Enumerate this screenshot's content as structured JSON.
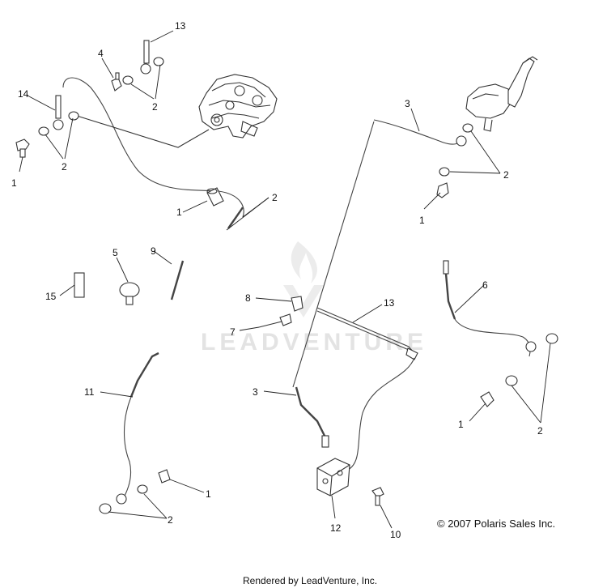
{
  "diagram": {
    "callouts": [
      {
        "id": "c13-top",
        "text": "13"
      },
      {
        "id": "c4",
        "text": "4"
      },
      {
        "id": "c2-a",
        "text": "2"
      },
      {
        "id": "c14",
        "text": "14"
      },
      {
        "id": "c2-b",
        "text": "2"
      },
      {
        "id": "c1-a",
        "text": "1"
      },
      {
        "id": "c1-b",
        "text": "1"
      },
      {
        "id": "c2-c",
        "text": "2"
      },
      {
        "id": "c3-top",
        "text": "3"
      },
      {
        "id": "c2-d",
        "text": "2"
      },
      {
        "id": "c1-c",
        "text": "1"
      },
      {
        "id": "c5",
        "text": "5"
      },
      {
        "id": "c9",
        "text": "9"
      },
      {
        "id": "c15",
        "text": "15"
      },
      {
        "id": "c8",
        "text": "8"
      },
      {
        "id": "c7",
        "text": "7"
      },
      {
        "id": "c13-mid",
        "text": "13"
      },
      {
        "id": "c6",
        "text": "6"
      },
      {
        "id": "c11",
        "text": "11"
      },
      {
        "id": "c3-mid",
        "text": "3"
      },
      {
        "id": "c1-d",
        "text": "1"
      },
      {
        "id": "c2-e",
        "text": "2"
      },
      {
        "id": "c1-e",
        "text": "1"
      },
      {
        "id": "c2-f",
        "text": "2"
      },
      {
        "id": "c12",
        "text": "12"
      },
      {
        "id": "c10",
        "text": "10"
      }
    ],
    "copyright": "© 2007 Polaris Sales Inc.",
    "watermark": "LEADVENTURE",
    "footer": "Rendered by LeadVenture, Inc."
  }
}
